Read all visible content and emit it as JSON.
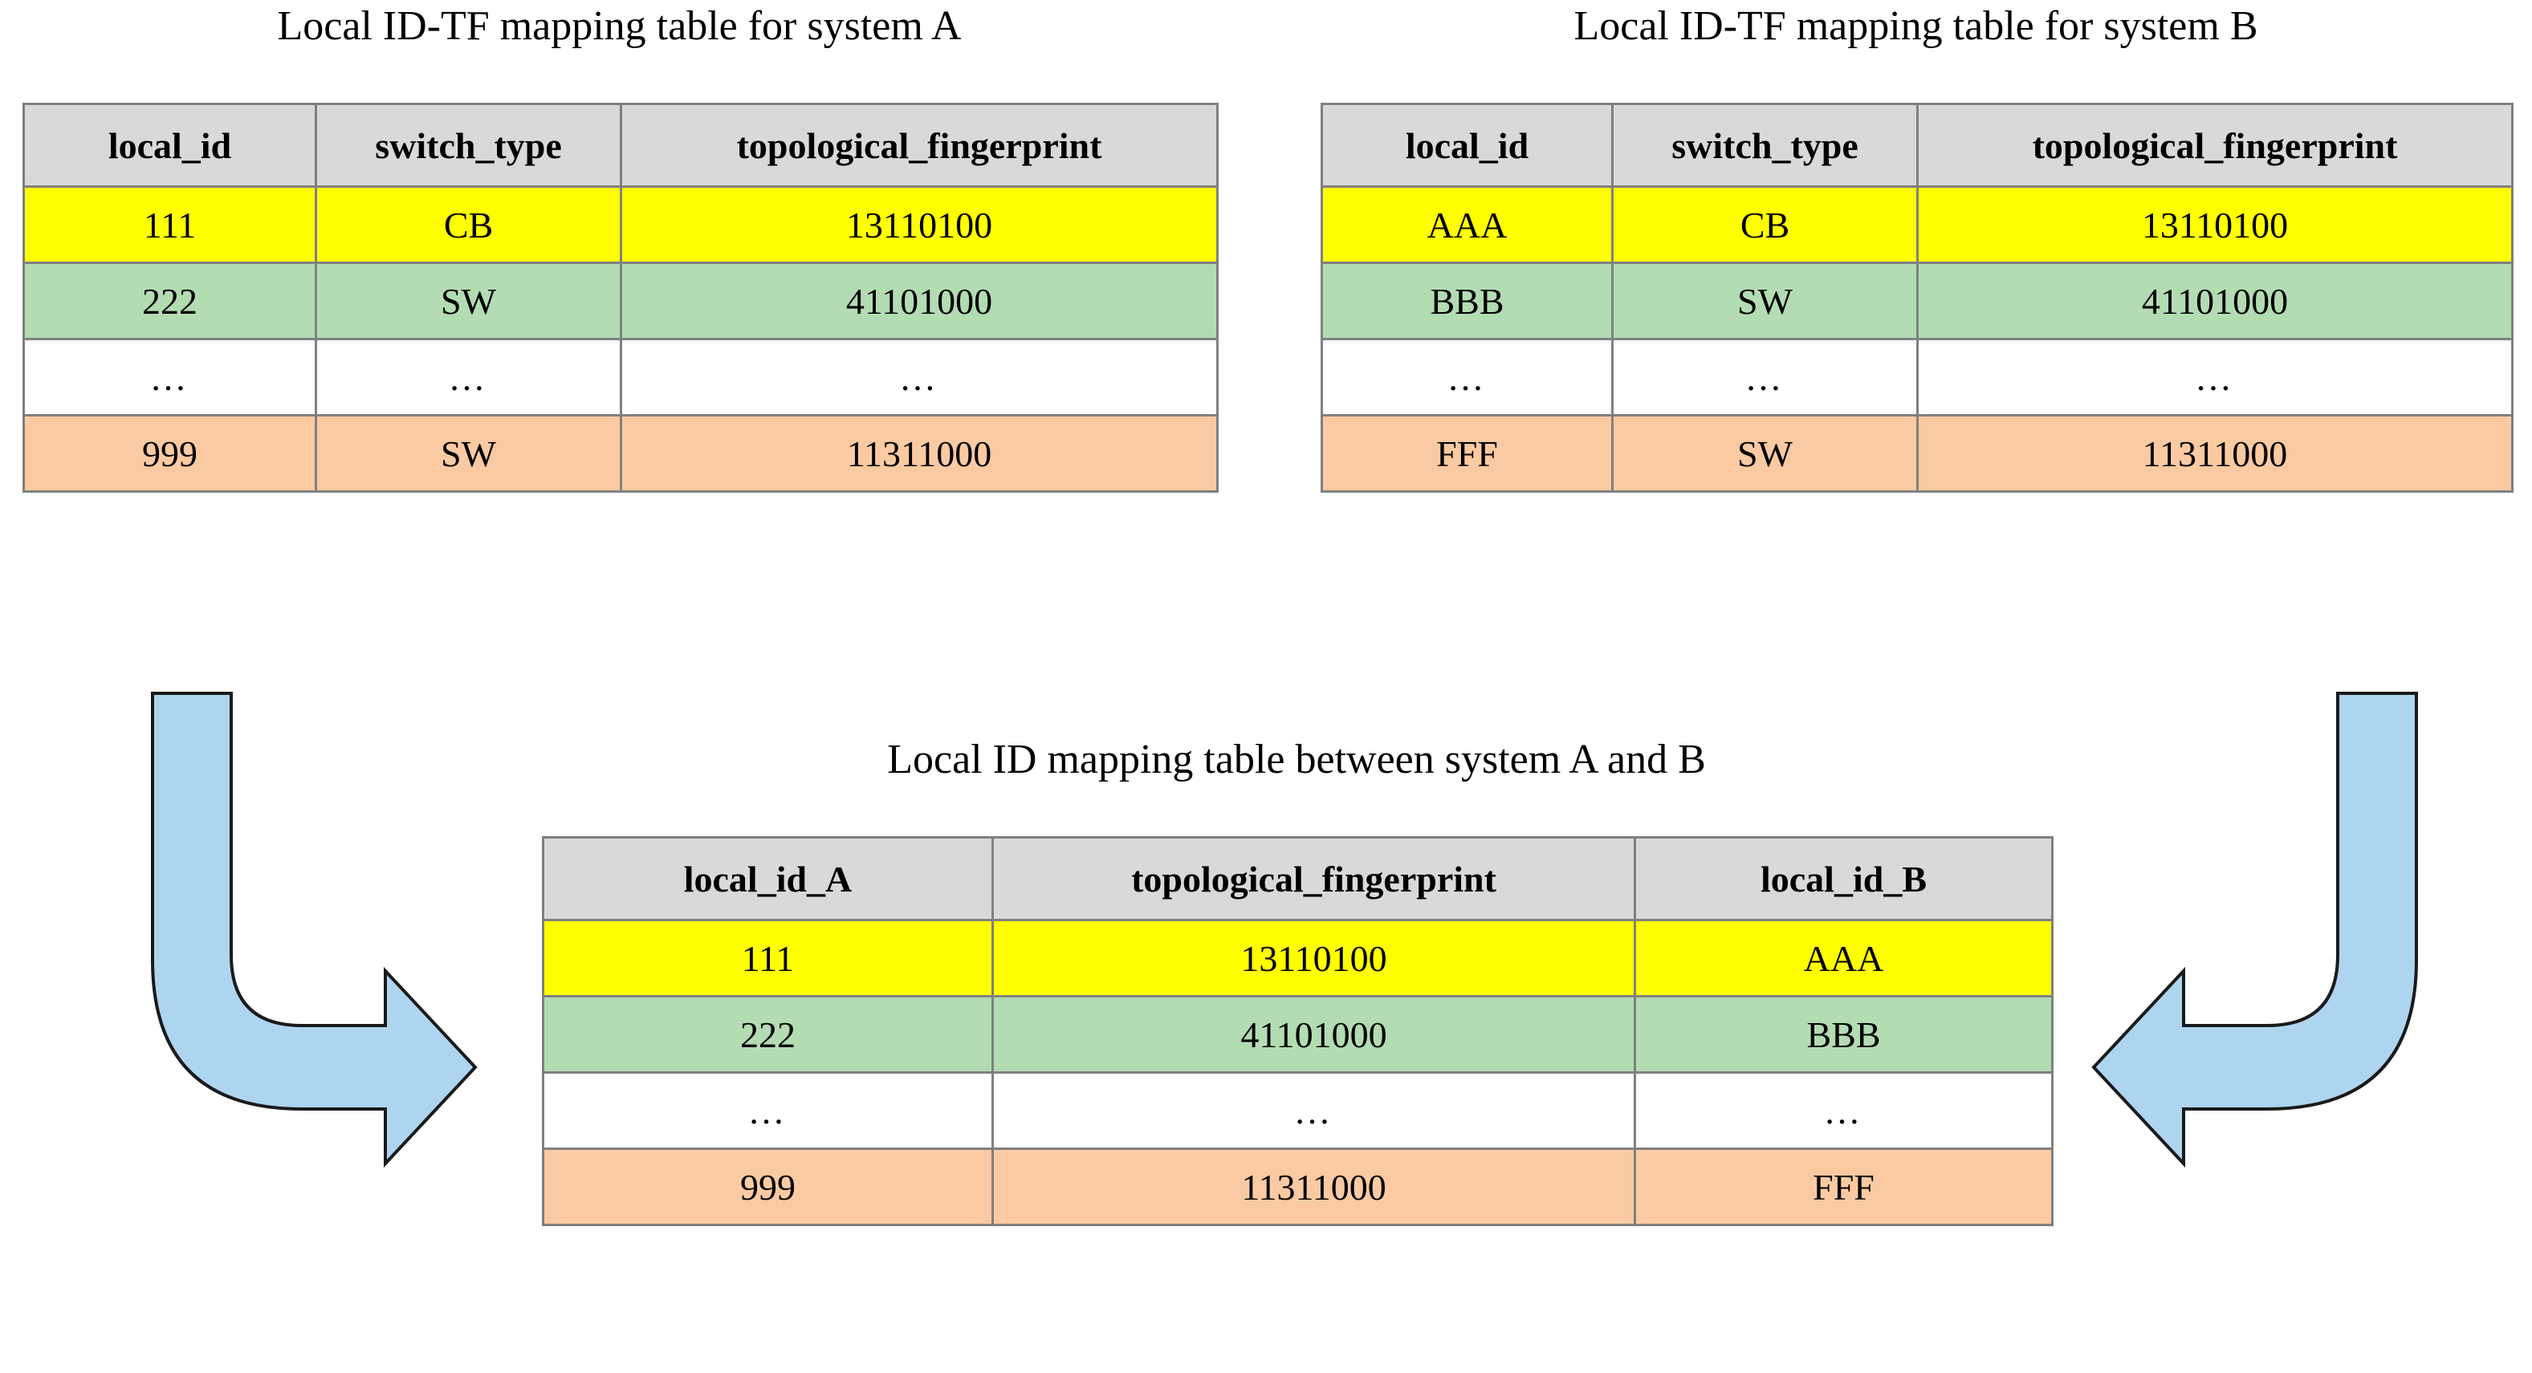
{
  "colors": {
    "header_bg": "#d9d9d9",
    "row_yellow": "#ffff00",
    "row_green": "#b3dcb3",
    "row_white": "#ffffff",
    "row_orange": "#fbcaa2",
    "arrow_fill": "#aed5f0",
    "arrow_stroke": "#1a1a1a",
    "border": "#808080",
    "text": "#000000",
    "background": "#ffffff"
  },
  "table_a": {
    "title": "Local ID-TF mapping table for system A",
    "columns": [
      "local_id",
      "switch_type",
      "topological_fingerprint"
    ],
    "rows": [
      {
        "highlight": "yellow",
        "cells": [
          "111",
          "CB",
          "13110100"
        ]
      },
      {
        "highlight": "green",
        "cells": [
          "222",
          "SW",
          "41101000"
        ]
      },
      {
        "highlight": "white",
        "cells": [
          "…",
          "…",
          "…"
        ]
      },
      {
        "highlight": "orange",
        "cells": [
          "999",
          "SW",
          "11311000"
        ]
      }
    ]
  },
  "table_b": {
    "title": "Local ID-TF mapping table for system B",
    "columns": [
      "local_id",
      "switch_type",
      "topological_fingerprint"
    ],
    "rows": [
      {
        "highlight": "yellow",
        "cells": [
          "AAA",
          "CB",
          "13110100"
        ]
      },
      {
        "highlight": "green",
        "cells": [
          "BBB",
          "SW",
          "41101000"
        ]
      },
      {
        "highlight": "white",
        "cells": [
          "…",
          "…",
          "…"
        ]
      },
      {
        "highlight": "orange",
        "cells": [
          "FFF",
          "SW",
          "11311000"
        ]
      }
    ]
  },
  "table_merged": {
    "title": "Local ID mapping table between system A and B",
    "columns": [
      "local_id_A",
      "topological_fingerprint",
      "local_id_B"
    ],
    "rows": [
      {
        "highlight": "yellow",
        "cells": [
          "111",
          "13110100",
          "AAA"
        ]
      },
      {
        "highlight": "green",
        "cells": [
          "222",
          "41101000",
          "BBB"
        ]
      },
      {
        "highlight": "white",
        "cells": [
          "…",
          "…",
          "…"
        ]
      },
      {
        "highlight": "orange",
        "cells": [
          "999",
          "11311000",
          "FFF"
        ]
      }
    ]
  },
  "arrows": {
    "left": {
      "name": "curved-arrow-down-right-icon",
      "direction": "down-then-right"
    },
    "right": {
      "name": "curved-arrow-down-left-icon",
      "direction": "down-then-left"
    }
  }
}
